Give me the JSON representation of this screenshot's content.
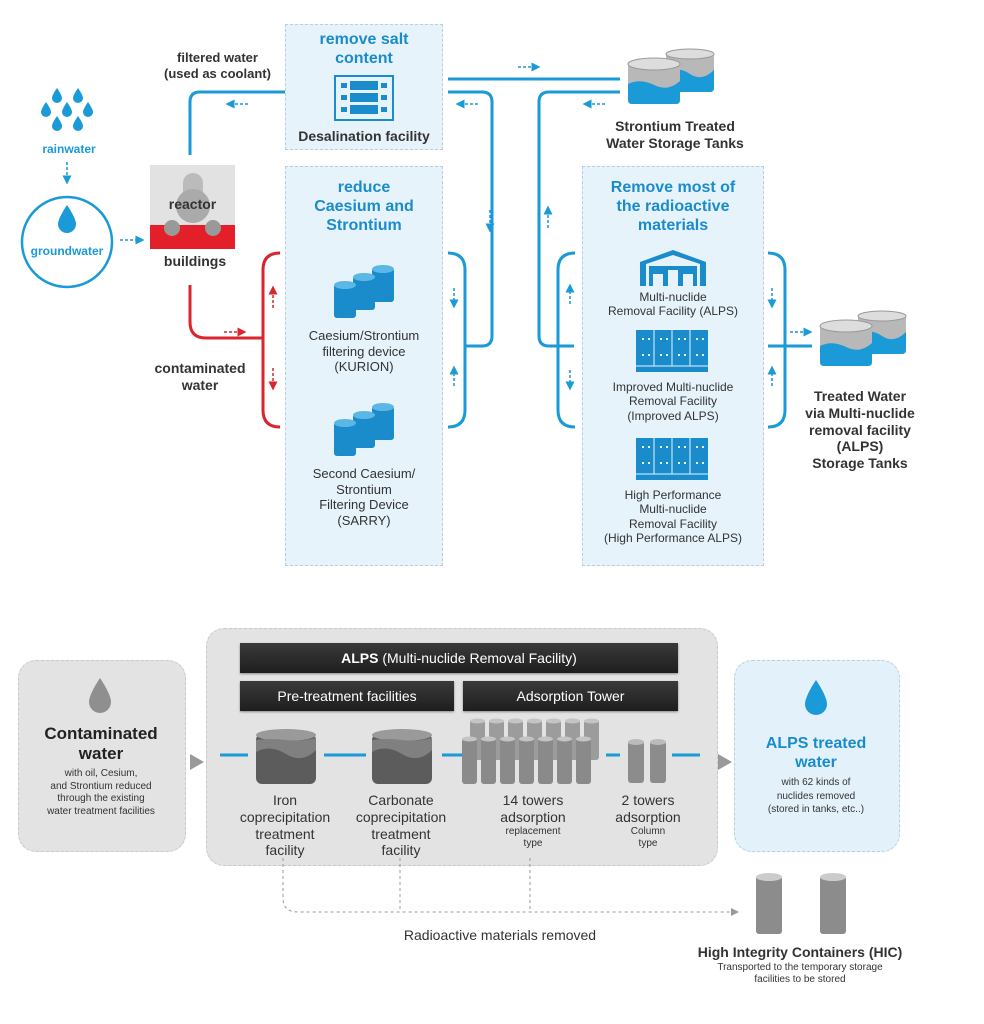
{
  "top": {
    "rainwater": "rainwater",
    "groundwater": "groundwater",
    "filtered_water": [
      "filtered water",
      "(used as coolant)"
    ],
    "reactor": "reactor",
    "buildings": "buildings",
    "contaminated_water": [
      "contaminated",
      "water"
    ],
    "desalination": {
      "heading": [
        "remove salt",
        "content"
      ],
      "label": "Desalination facility"
    },
    "caesium": {
      "heading": [
        "reduce",
        "Caesium and",
        "Strontium"
      ],
      "kurion": [
        "Caesium/Strontium",
        "filtering device",
        "(KURION)"
      ],
      "sarry": [
        "Second Caesium/",
        "Strontium",
        "Filtering Device",
        "(SARRY)"
      ]
    },
    "strontium_tanks": [
      "Strontium Treated",
      "Water Storage Tanks"
    ],
    "alps": {
      "heading": [
        "Remove most of",
        "the radioactive",
        "materials"
      ],
      "alps": [
        "Multi-nuclide",
        "Removal Facility (ALPS)"
      ],
      "improved": [
        "Improved Multi-nuclide",
        "Removal Facility",
        "(Improved ALPS)"
      ],
      "high": [
        "High Performance",
        "Multi-nuclide",
        "Removal Facility",
        "(High Performance ALPS)"
      ]
    },
    "treated_tanks": [
      "Treated Water",
      "via Multi-nuclide",
      "removal facility",
      "(ALPS)",
      "Storage Tanks"
    ]
  },
  "bottom": {
    "contaminated": {
      "title": [
        "Contaminated",
        "water"
      ],
      "desc": [
        "with oil, Cesium,",
        "and Strontium reduced",
        "through the existing",
        "water treatment facilities"
      ]
    },
    "alps_header_bold": "ALPS",
    "alps_header_rest": " (Multi-nuclide Removal Facility)",
    "pretreatment": "Pre-treatment facilities",
    "adsorption": "Adsorption Tower",
    "iron": [
      "Iron",
      "coprecipitation",
      "treatment",
      "facility"
    ],
    "carbonate": [
      "Carbonate",
      "coprecipitation",
      "treatment",
      "facility"
    ],
    "towers14": {
      "title": [
        "14 towers",
        "adsorption"
      ],
      "sub": [
        "replacement",
        "type"
      ]
    },
    "towers2": {
      "title": [
        "2 towers",
        "adsorption"
      ],
      "sub": [
        "Column",
        "type"
      ]
    },
    "treated": {
      "title": [
        "ALPS treated",
        "water"
      ],
      "desc": [
        "with 62 kinds of",
        "nuclides removed",
        "(stored in tanks, etc..)"
      ]
    },
    "removed": "Radioactive materials removed",
    "hic": {
      "title": "High Integrity Containers (HIC)",
      "desc": [
        "Transported to the temporary storage",
        "facilities to be stored"
      ]
    }
  },
  "colors": {
    "blue": "#1a9ad6",
    "red": "#d9262c",
    "panel": "#e6f3fb",
    "dark_header": "#2a2a2a",
    "grey_box": "#e3e3e3"
  }
}
